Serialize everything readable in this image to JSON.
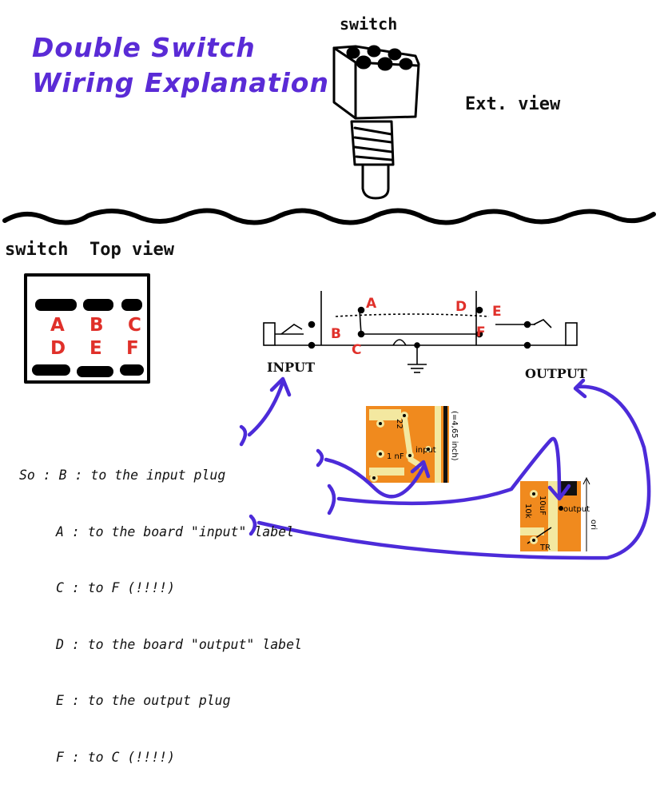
{
  "title": {
    "line1": "Double Switch",
    "line2": "Wiring Explanation"
  },
  "labels": {
    "switch_top": "switch",
    "ext_view": "Ext. view",
    "switch_top_view_a": "switch",
    "switch_top_view_b": "Top view",
    "input": "INPUT",
    "output": "OUTPUT"
  },
  "top_view_grid": {
    "row1": [
      "A",
      "B",
      "C"
    ],
    "row2": [
      "D",
      "E",
      "F"
    ]
  },
  "schematic_letters": {
    "A": "A",
    "B": "B",
    "C": "C",
    "D": "D",
    "E": "E",
    "F": "F"
  },
  "instructions": [
    {
      "prefix": "So : ",
      "key": "B",
      "text": " : to the input plug"
    },
    {
      "prefix": "",
      "key": "A",
      "text": " : to the board \"input\" label"
    },
    {
      "prefix": "",
      "key": "C",
      "text": " : to F (!!!!)"
    },
    {
      "prefix": "",
      "key": "D",
      "text": " : to the board \"output\" label"
    },
    {
      "prefix": "",
      "key": "E",
      "text": " : to the output plug"
    },
    {
      "prefix": "",
      "key": "F",
      "text": " : to C (!!!!)"
    }
  ],
  "pcb_input": {
    "label_input": "input",
    "label_cap": "1 nF",
    "label_dim": "(=4,65 inch)",
    "label_res": "22"
  },
  "pcb_output": {
    "label_output": "output",
    "label_10k": "10k",
    "label_10uf": "10uF",
    "label_tr": "TR",
    "label_ori": "ori"
  },
  "colors": {
    "title": "#5a2bd6",
    "wires": "#4c2bd9",
    "letters": "#e0302a",
    "pcb_orange": "#f08a1e",
    "pcb_trace": "#f3e8a0"
  }
}
